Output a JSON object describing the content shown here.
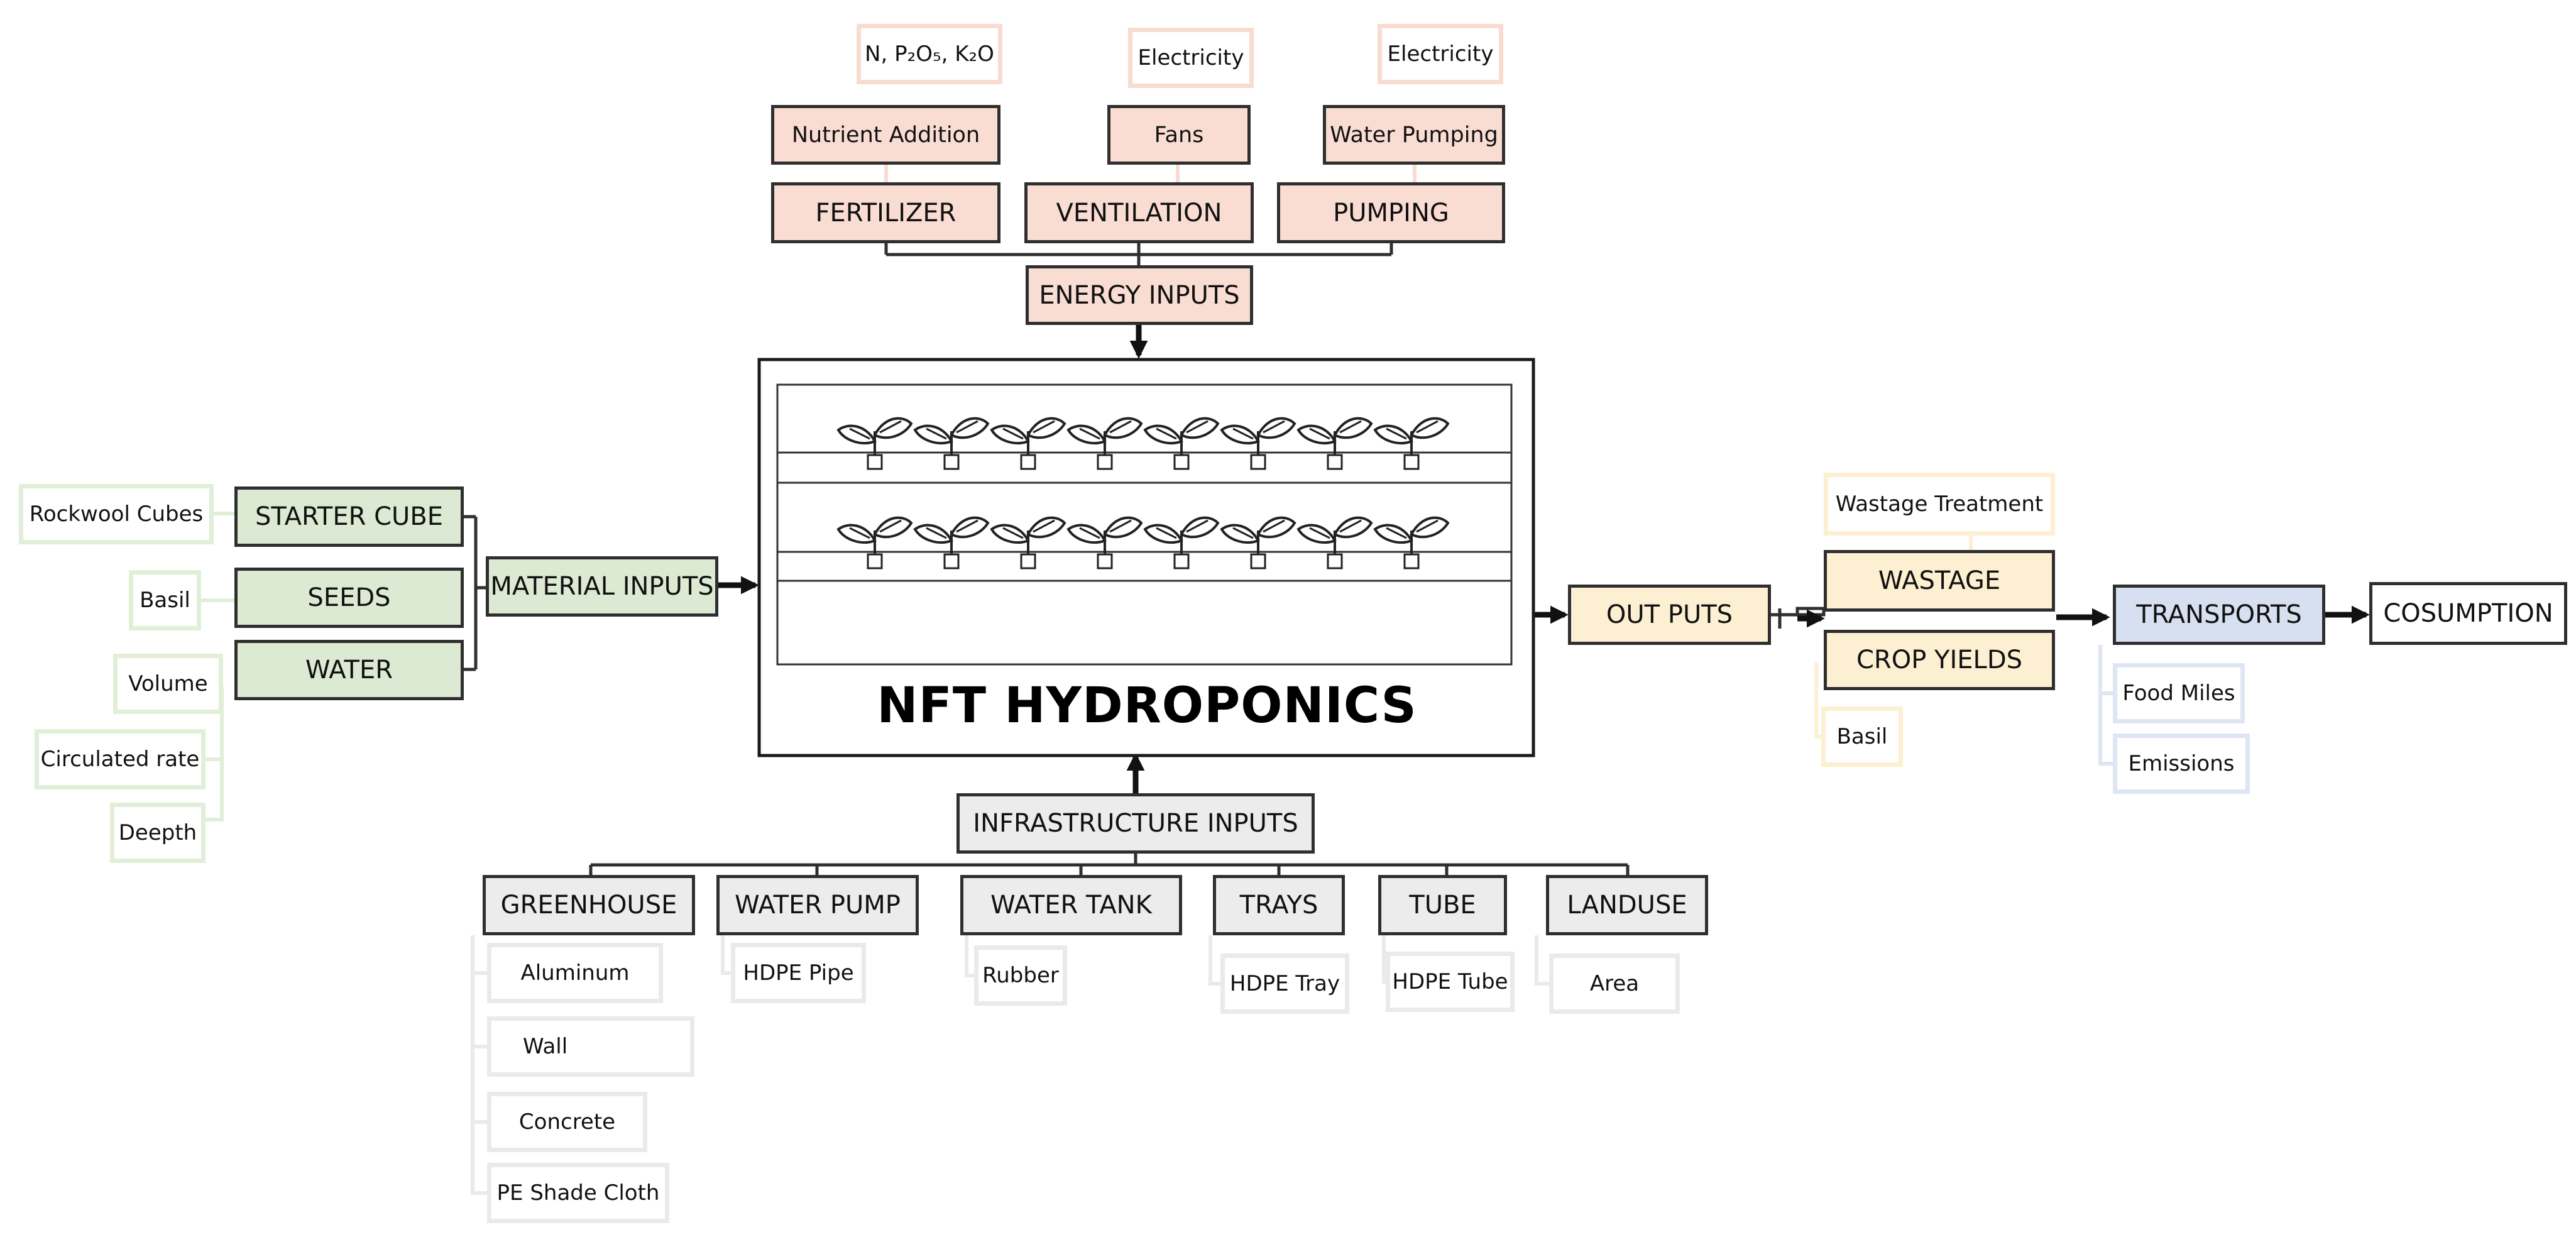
{
  "center": {
    "title": "NFT HYDROPONICS"
  },
  "energy": {
    "label": "ENERGY INPUTS",
    "categories": [
      {
        "label": "FERTILIZER",
        "process": "Nutrient Addition",
        "source": "N, P₂O₅, K₂O"
      },
      {
        "label": "VENTILATION",
        "process": "Fans",
        "source": "Electricity"
      },
      {
        "label": "PUMPING",
        "process": "Water Pumping",
        "source": "Electricity"
      }
    ]
  },
  "material": {
    "label": "MATERIAL INPUTS",
    "starter_cube": {
      "label": "STARTER CUBE",
      "detail": "Rockwool Cubes"
    },
    "seeds": {
      "label": "SEEDS",
      "detail": "Basil"
    },
    "water": {
      "label": "WATER",
      "details": [
        "Volume",
        "Circulated rate",
        "Deepth"
      ]
    }
  },
  "outputs": {
    "label": "OUT PUTS",
    "wastage": {
      "label": "WASTAGE",
      "detail": "Wastage Treatment"
    },
    "crop_yields": {
      "label": "CROP YIELDS",
      "detail": "Basil"
    }
  },
  "transports": {
    "label": "TRANSPORTS",
    "details": [
      "Food Miles",
      "Emissions"
    ]
  },
  "consumption": {
    "label": "COSUMPTION"
  },
  "infrastructure": {
    "label": "INFRASTRUCTURE INPUTS",
    "items": [
      {
        "label": "GREENHOUSE",
        "details": [
          "Aluminum",
          "Wall",
          "Concrete",
          "PE Shade Cloth"
        ]
      },
      {
        "label": "WATER PUMP",
        "details": [
          "HDPE Pipe"
        ]
      },
      {
        "label": "WATER TANK",
        "details": [
          "Rubber"
        ]
      },
      {
        "label": "TRAYS",
        "details": [
          "HDPE Tray"
        ]
      },
      {
        "label": "TUBE",
        "details": [
          "HDPE Tube"
        ]
      },
      {
        "label": "LANDUSE",
        "details": [
          "Area"
        ]
      }
    ]
  },
  "colors": {
    "energy": "#f9ddd3",
    "material": "#dcead3",
    "output": "#fdf0d2",
    "transport": "#d7e0f0",
    "infrastructure": "#ececec",
    "line": "#2f2f2f"
  }
}
